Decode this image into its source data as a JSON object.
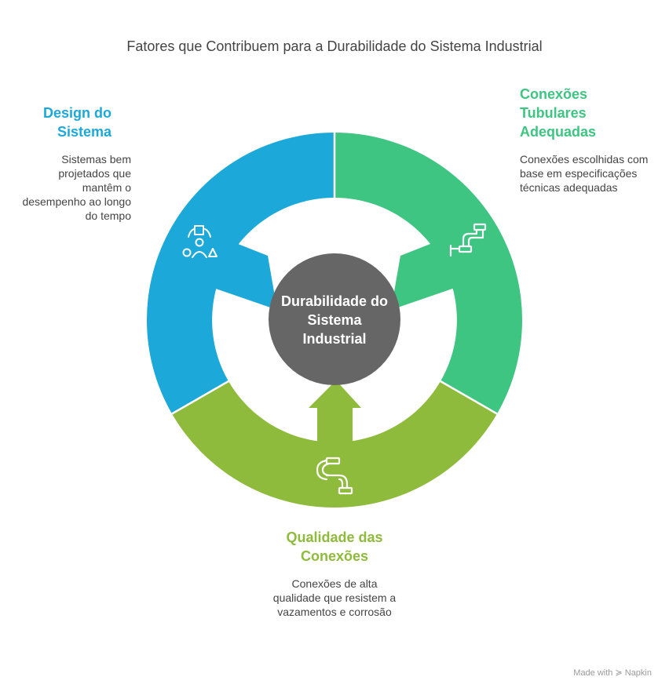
{
  "title": "Fatores que Contribuem para a Durabilidade do Sistema Industrial",
  "center": {
    "label": "Durabilidade do Sistema Industrial",
    "color": "#666666"
  },
  "segments": [
    {
      "key": "design",
      "title": "Design do Sistema",
      "description": "Sistemas bem projetados que mantêm o desempenho ao longo do tempo",
      "color": "#1DA8DA",
      "icon": "people-shapes-icon"
    },
    {
      "key": "tubulares",
      "title": "Conexões Tubulares Adequadas",
      "description": "Conexões escolhidas com base em especificações técnicas adequadas",
      "color": "#3DC581",
      "icon": "pipe-elbow-icon"
    },
    {
      "key": "qualidade",
      "title": "Qualidade das Conexões",
      "description": "Conexões de alta qualidade que resistem a vazamentos e corrosão",
      "color": "#8EBB3B",
      "icon": "pipe-fittings-icon"
    }
  ],
  "footer": "Made with ≽ Napkin"
}
